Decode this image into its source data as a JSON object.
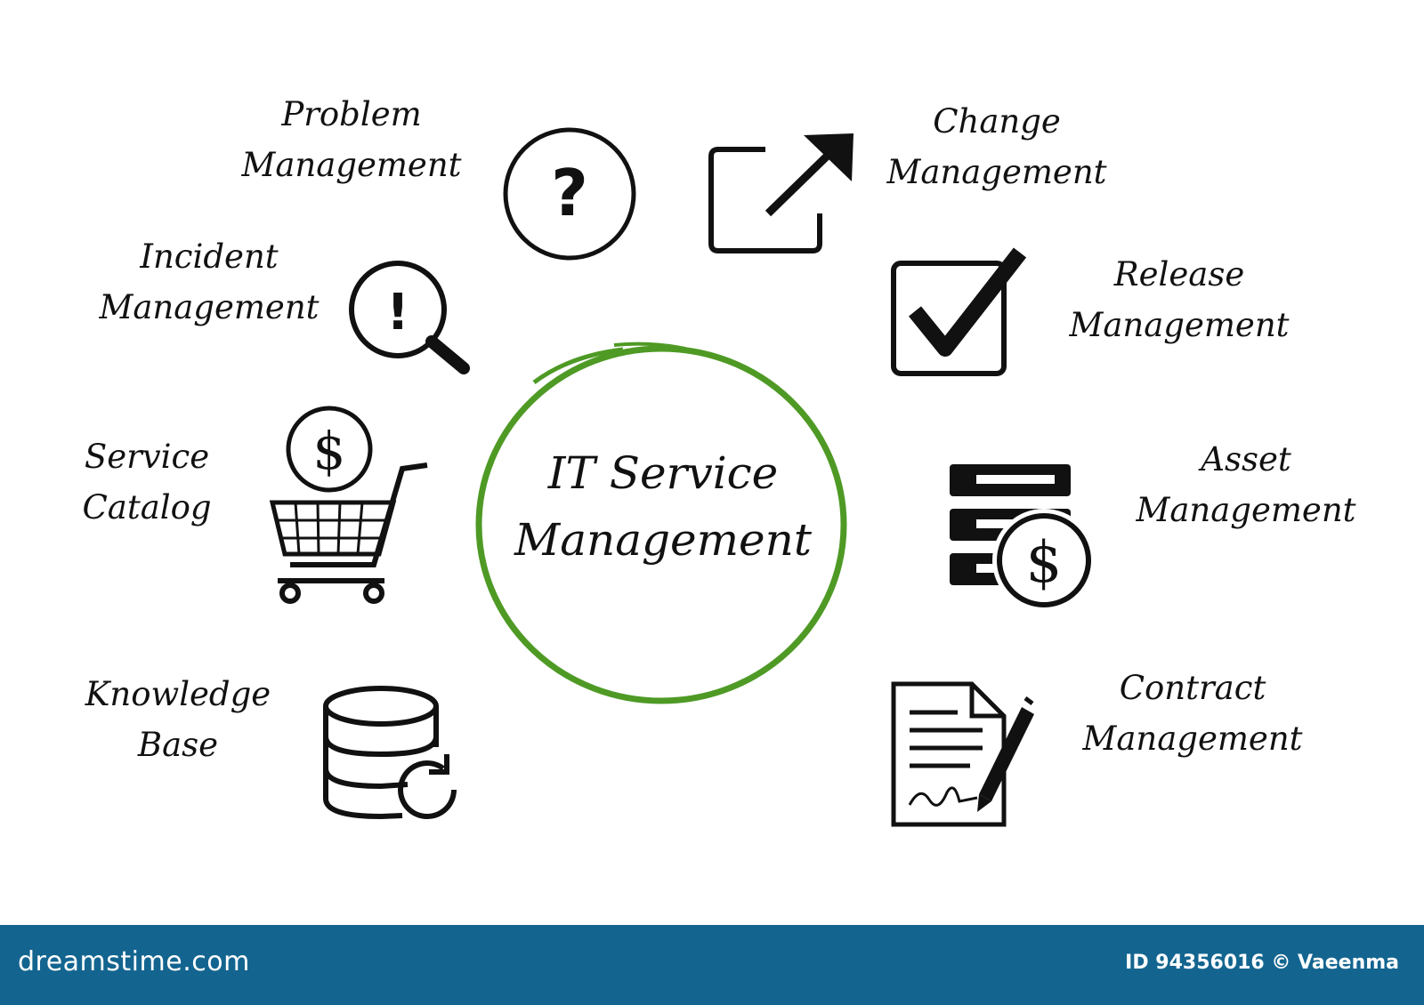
{
  "center": {
    "line1": "IT Service",
    "line2": "Management",
    "ring_color": "#4e9a25"
  },
  "items": [
    {
      "line1": "Problem",
      "line2": "Management",
      "icon": "question-circle-icon"
    },
    {
      "line1": "Change",
      "line2": "Management",
      "icon": "external-arrow-icon"
    },
    {
      "line1": "Incident",
      "line2": "Management",
      "icon": "magnifier-exclamation-icon"
    },
    {
      "line1": "Release",
      "line2": "Management",
      "icon": "checkbox-icon"
    },
    {
      "line1": "Service",
      "line2": "Catalog",
      "icon": "shopping-cart-dollar-icon"
    },
    {
      "line1": "Asset",
      "line2": "Management",
      "icon": "server-dollar-icon"
    },
    {
      "line1": "Knowledge",
      "line2": "Base",
      "icon": "database-refresh-icon"
    },
    {
      "line1": "Contract",
      "line2": "Management",
      "icon": "contract-pen-icon"
    }
  ],
  "footer": {
    "brand": "dreamstime.com",
    "credit": "ID 94356016 © Vaeenma",
    "color": "#136590"
  }
}
